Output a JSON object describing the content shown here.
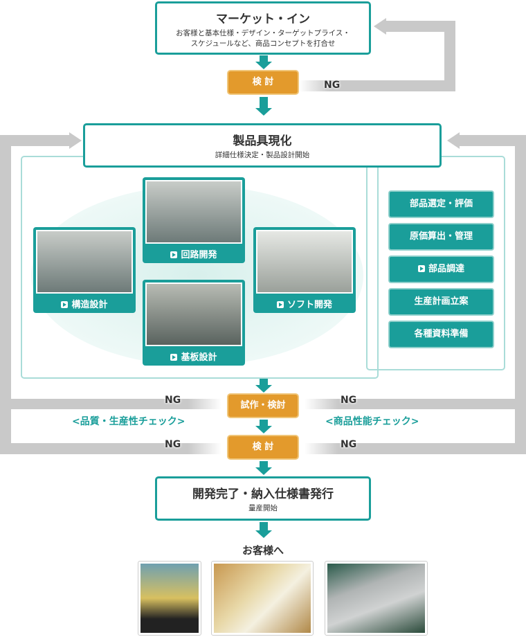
{
  "market_in": {
    "title": "マーケット・イン",
    "desc1": "お客様と基本仕様・デザイン・ターゲットプライス・",
    "desc2": "スケジュールなど、商品コンセプトを打合せ"
  },
  "review1": "検 討",
  "ng": "NG",
  "realize": {
    "title": "製品具現化",
    "desc": "詳細仕様決定・製品設計開始"
  },
  "cards": [
    {
      "label": "構造設計"
    },
    {
      "label": "回路開発"
    },
    {
      "label": "ソフト開発"
    },
    {
      "label": "基板設計"
    }
  ],
  "right_items": [
    "部品選定・評価",
    "原価算出・管理",
    "部品調達",
    "生産計画立案",
    "各種資料準備"
  ],
  "trial": "試作・検討",
  "check_left": "<品質・生産性チェック>",
  "check_right": "<商品性能チェック>",
  "review2": "検 討",
  "complete": {
    "title": "開発完了・納入仕様書発行",
    "desc": "量産開始"
  },
  "to_customer": "お客様へ",
  "colors": {
    "teal": "#1a9e9a",
    "orange": "#e39a2c",
    "gray": "#c9c9c9"
  }
}
